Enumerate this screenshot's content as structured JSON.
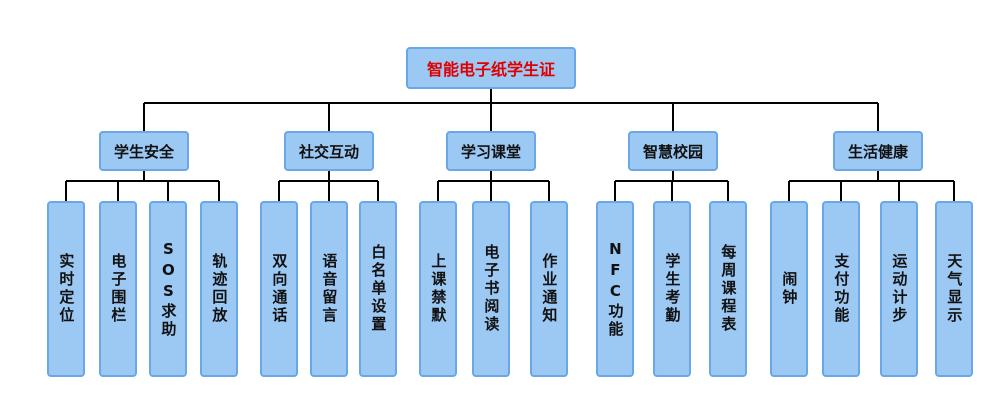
{
  "root": {
    "label": "智能电子纸学生证"
  },
  "categories": [
    {
      "label": "学生安全",
      "items": [
        "实时定位",
        "电子围栏",
        "SOS求助",
        "轨迹回放"
      ]
    },
    {
      "label": "社交互动",
      "items": [
        "双向通话",
        "语音留言",
        "白名单设置"
      ]
    },
    {
      "label": "学习课堂",
      "items": [
        "上课禁默",
        "电子书阅读",
        "作业通知"
      ]
    },
    {
      "label": "智慧校园",
      "items": [
        "NFC功能",
        "学生考勤",
        "每周课程表"
      ]
    },
    {
      "label": "生活健康",
      "items": [
        "闹钟",
        "支付功能",
        "运动计步",
        "天气显示"
      ]
    }
  ],
  "colors": {
    "box_fill": "#9cc8f4",
    "box_border": "#6aa7e6",
    "root_text": "#e00000",
    "line": "#000000"
  }
}
